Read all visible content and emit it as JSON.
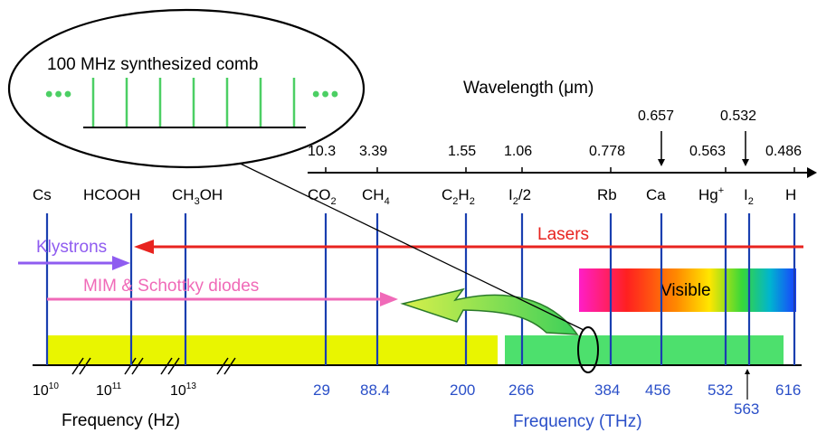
{
  "comb": {
    "title": "100 MHz synthesized comb",
    "dots_left": "•••",
    "dots_right": "•••"
  },
  "wavelength_axis": {
    "title": "Wavelength (μm)",
    "ticks": [
      "10.3",
      "3.39",
      "1.55",
      "1.06",
      "0.778",
      "0.563",
      "0.486"
    ],
    "above_ticks": [
      "0.657",
      "0.532"
    ]
  },
  "references": {
    "cs": "Cs",
    "hcooh": "HCOOH",
    "ch3oh": {
      "base": "CH",
      "sub": "3",
      "tail": "OH"
    },
    "co2": {
      "base": "CO",
      "sub": "2"
    },
    "ch4": {
      "base": "CH",
      "sub": "4"
    },
    "c2h2": {
      "a": "C",
      "s1": "2",
      "b": "H",
      "s2": "2"
    },
    "i2half": {
      "base": "I",
      "sub": "2",
      "tail": "/2"
    },
    "rb": "Rb",
    "ca": "Ca",
    "hg": {
      "base": "Hg",
      "sup": "+"
    },
    "i2": {
      "base": "I",
      "sub": "2"
    },
    "h": "H"
  },
  "sources": {
    "lasers": "Lasers",
    "klystrons": "Klystrons",
    "mim": "MIM & Schottky diodes",
    "visible": "Visible"
  },
  "frequency_hz": {
    "title": "Frequency (Hz)",
    "ticks": [
      {
        "base": "10",
        "exp": "10"
      },
      {
        "base": "10",
        "exp": "11"
      },
      {
        "base": "10",
        "exp": "13"
      }
    ]
  },
  "frequency_thz": {
    "title": "Frequency (THz)",
    "ticks": [
      "29",
      "88.4",
      "200",
      "266",
      "384",
      "456",
      "532",
      "563",
      "616"
    ]
  },
  "colors": {
    "line_blue": "#1a3fb0",
    "laser_red": "#e8231f",
    "klystron_purple": "#8f5cf0",
    "mim_pink": "#f06ab8",
    "yellow_band": "#e9f500",
    "green_band": "#4de06d",
    "comb_green": "#4ccf64"
  }
}
